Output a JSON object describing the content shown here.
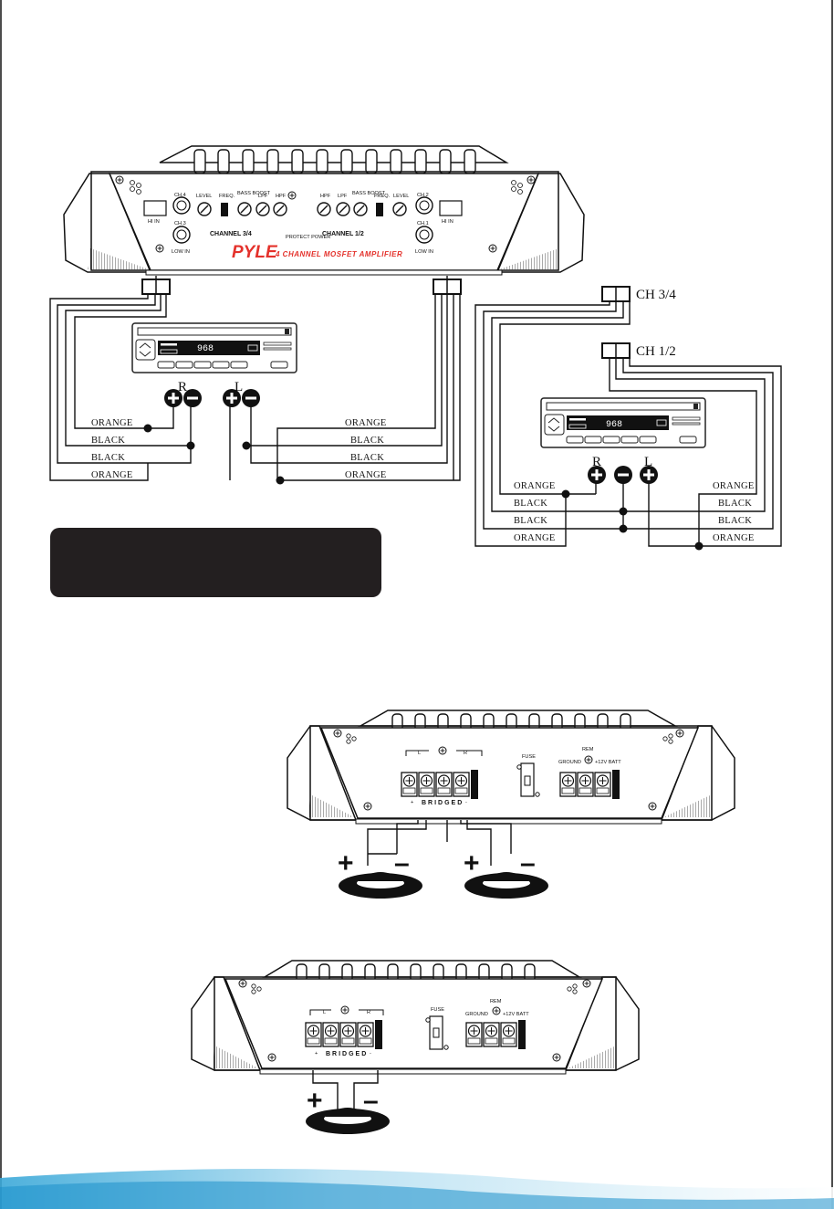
{
  "amplifier": {
    "brand": "PYLE",
    "model_text": "4 CHANNEL MOSFET AMPLIFIER",
    "group_left": "CHANNEL 3/4",
    "group_right": "CHANNEL 1/2",
    "center_label": "PROTECT POWER",
    "ch4": "CH.4",
    "ch3": "CH.3",
    "ch2": "CH.2",
    "ch1": "CH.1",
    "low_in": "LOW IN",
    "hi_in": "HI IN",
    "level": "LEVEL",
    "freq": "FREQ.",
    "bass_boost": "BASS BOOST",
    "lpf": "LPF",
    "hpf": "HPF"
  },
  "head_unit": {
    "display": "968"
  },
  "left_diagram": {
    "right_label": "R",
    "left_label": "L",
    "wires_left": [
      "ORANGE",
      "BLACK",
      "BLACK",
      "ORANGE"
    ],
    "wires_right": [
      "ORANGE",
      "BLACK",
      "BLACK",
      "ORANGE"
    ]
  },
  "right_diagram": {
    "ch34": "CH 3/4",
    "ch12": "CH 1/2",
    "right_label": "R",
    "left_label": "L",
    "wires_left": [
      "ORANGE",
      "BLACK",
      "BLACK",
      "ORANGE"
    ],
    "wires_right": [
      "ORANGE",
      "BLACK",
      "BLACK",
      "ORANGE"
    ]
  },
  "terminal_panel": {
    "fuse": "FUSE",
    "rem": "REM",
    "ground": "GROUND",
    "batt": "+12V BATT",
    "bridged": "BRIDGED",
    "l": "L",
    "r": "R",
    "plus": "+",
    "minus": "-"
  },
  "speaker_signs": {
    "plus": "+",
    "minus": "–"
  }
}
